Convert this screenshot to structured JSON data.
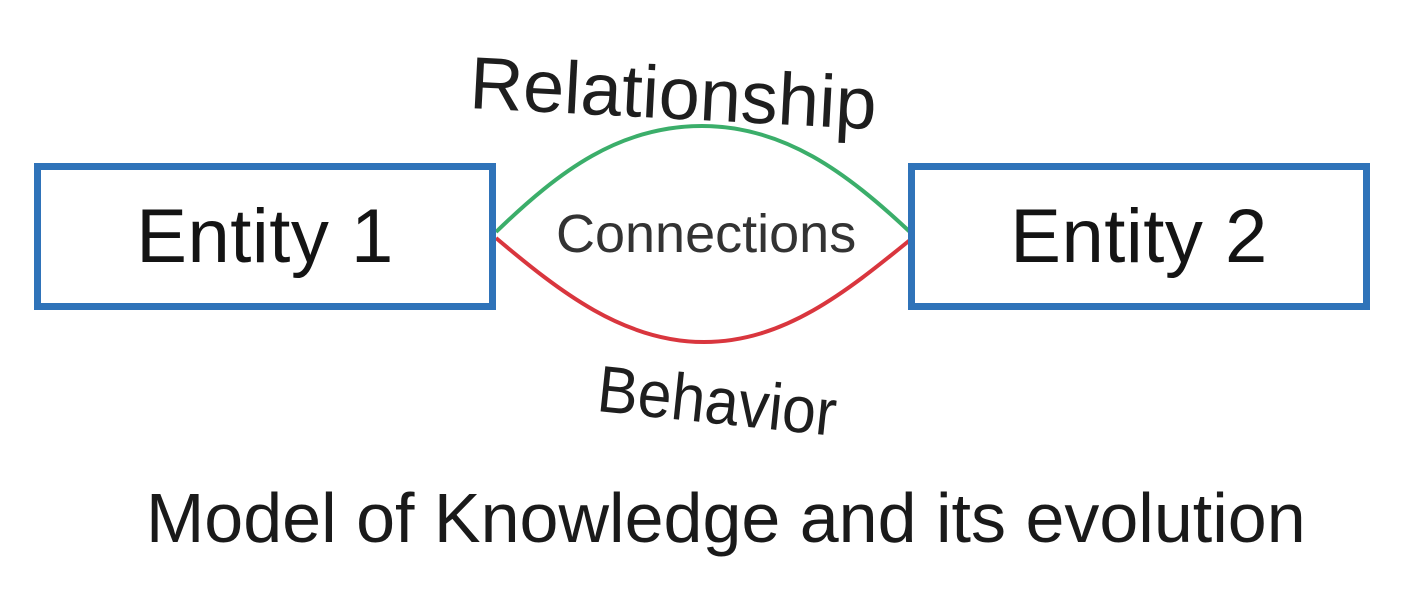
{
  "diagram": {
    "entities": [
      {
        "id": "entity-1",
        "label": "Entity 1"
      },
      {
        "id": "entity-2",
        "label": "Entity 2"
      }
    ],
    "edges": [
      {
        "from": "entity-1",
        "to": "entity-2",
        "label": "Relationship",
        "color": "#3bae6a"
      },
      {
        "from": "entity-1",
        "to": "entity-2",
        "label": "Behavior",
        "color": "#d9363e"
      }
    ],
    "center_label": "Connections",
    "caption": "Model of Knowledge and its evolution"
  },
  "colors": {
    "box_border": "#2f73b9",
    "relationship_line": "#3bae6a",
    "behavior_line": "#d9363e"
  }
}
